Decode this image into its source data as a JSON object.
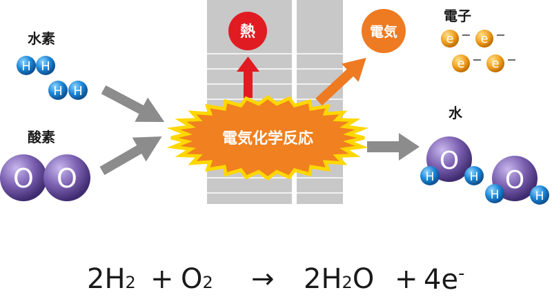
{
  "labels": {
    "hydrogen": "水素",
    "oxygen": "酸素",
    "heat": "熱",
    "electricity": "電気",
    "electrons": "電子",
    "water": "水",
    "reaction": "電気化学反応"
  },
  "atoms": {
    "h": "H",
    "o": "O",
    "e": "e"
  },
  "equation": {
    "reactant1_coef": "2H",
    "reactant1_sub": "2",
    "plus1": "+",
    "reactant2": "O",
    "reactant2_sub": "2",
    "arrow": "→",
    "product1_coef": "2H",
    "product1_sub": "2",
    "product1_rest": "O",
    "plus2": "+",
    "product2": "4e",
    "product2_sup": "-"
  },
  "colors": {
    "hydrogen": "#1e88d8",
    "oxygen": "#7a5fb0",
    "electron": "#f0a020",
    "heat": "#e11b22",
    "electricity": "#ee7a22",
    "burst": "#f08020",
    "burst_edge": "#ffd700",
    "arrow_gray": "#8c8c8c",
    "panel": "#c8c8c8"
  }
}
